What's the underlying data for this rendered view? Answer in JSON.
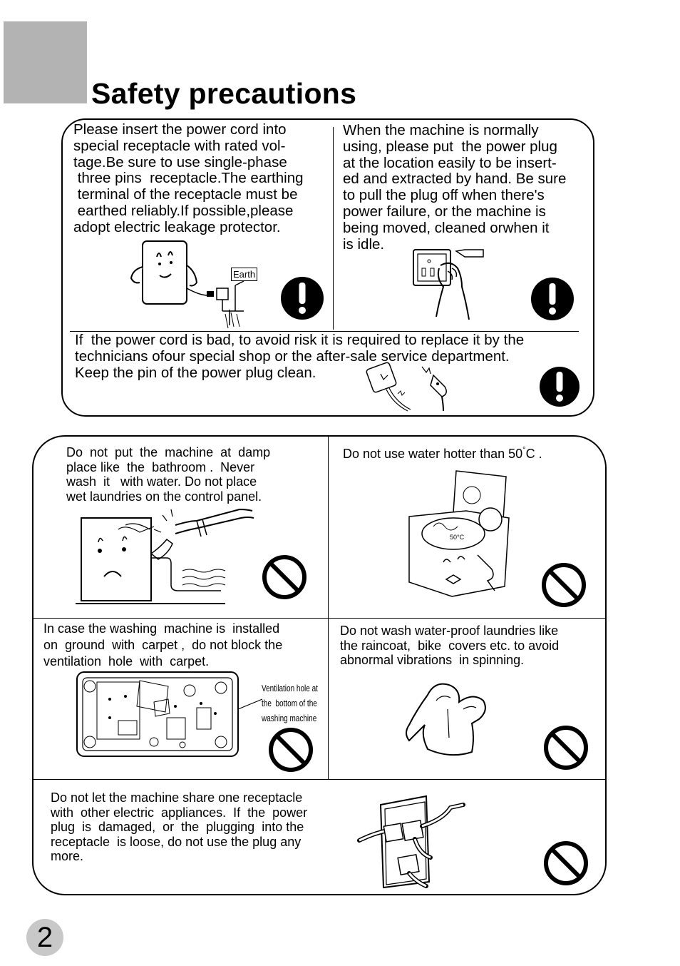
{
  "page": {
    "title": "Safety precautions",
    "page_number": "2"
  },
  "box1": {
    "left_text": "Please insert the power cord into\nspecial receptacle with rated vol-\ntage.Be sure to use single-phase\n three pins  receptacle.The earthing\n terminal of the receptacle must be\n earthed reliably.If possible,please\nadopt electric leakage protector.",
    "earth_label": "Earth",
    "right_text": "When the machine is normally\nusing, please put  the power plug\nat the location easily to be insert-\ned and extracted by hand. Be sure\nto pull the plug off when there's\npower failure, or the machine is\nbeing moved, cleaned orwhen it\nis idle.",
    "bottom_text": "If  the power cord is bad, to avoid risk it is required to replace it by the\ntechnicians ofour special shop or the after-sale service department.\nKeep the pin of the power plug clean."
  },
  "box2": {
    "cell1_text": "Do  not  put  the  machine  at  damp\nplace like  the  bathroom .  Never\nwash  it   with water. Do not place\nwet laundries on the control panel.",
    "cell2_text": "Do not use water hotter than 50",
    "cell2_degree": "°",
    "cell2_unit": "C .",
    "temp_label": "50°C",
    "cell3_text": "In case the washing  machine is  installed\non  ground  with  carpet ,  do not block the\nventilation  hole  with  carpet.",
    "ventilation_label": "Ventilation hole at\nthe  bottom of the\nwashing machine",
    "cell4_text": "Do not wash water-proof laundries like\nthe raincoat,  bike  covers etc. to avoid\nabnormal vibrations  in spinning.",
    "cell5_text": "Do not let the machine share one receptacle\nwith  other electric  appliances.  If  the  power\nplug  is  damaged,  or  the  plugging  into the\nreceptacle  is loose, do not use the plug any\nmore."
  },
  "icons": {
    "warning": "exclamation-warning-icon",
    "prohibited": "prohibition-icon"
  }
}
